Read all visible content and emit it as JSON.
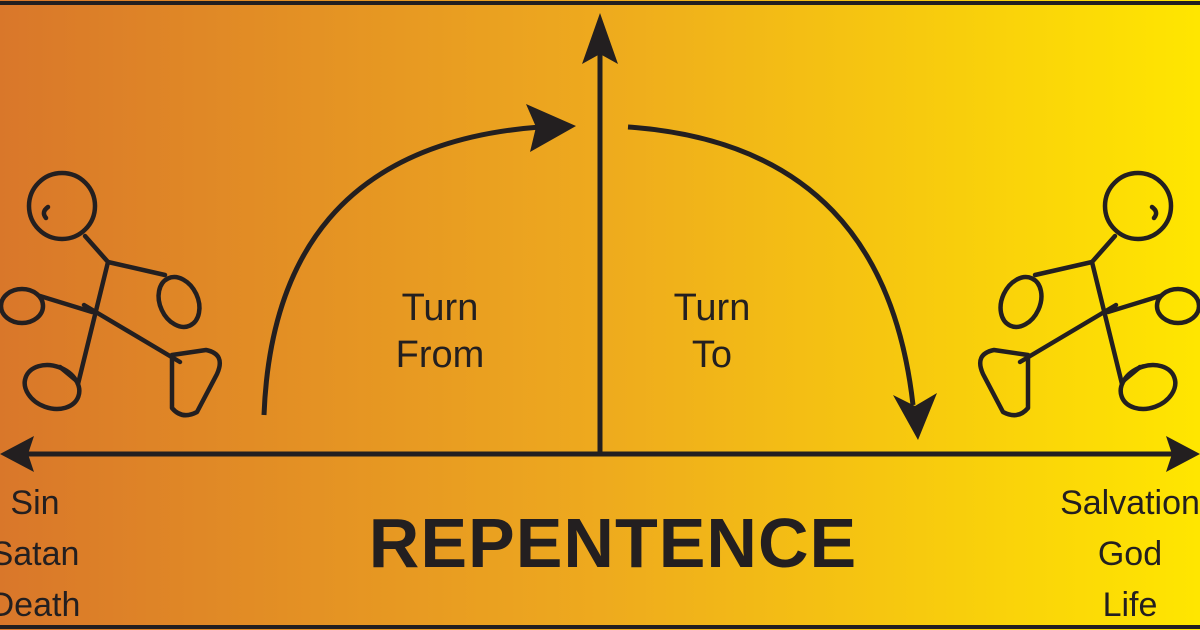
{
  "labels": {
    "turn_from": [
      "Turn",
      "From"
    ],
    "turn_to": [
      "Turn",
      "To"
    ],
    "left_outcomes": [
      "Sin",
      "Satan",
      "Death"
    ],
    "right_outcomes": [
      "Salvation",
      "God",
      "Life"
    ],
    "title": "REPENTENCE"
  },
  "colors": {
    "gradient_left": "#d9772a",
    "gradient_right": "#ffe600",
    "ink": "#231f20",
    "frame": "#231f20"
  },
  "icons": {
    "left_figure": "stick-figure-walking-left-icon",
    "right_figure": "stick-figure-walking-right-icon"
  }
}
